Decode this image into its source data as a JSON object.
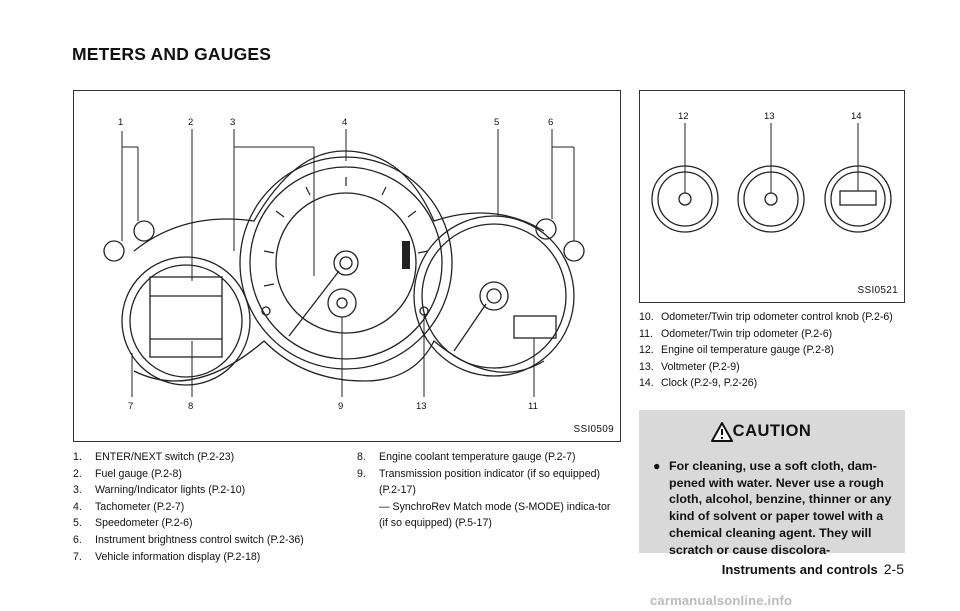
{
  "section_title": "METERS AND GAUGES",
  "figure1": {
    "code": "SSI0509",
    "callouts": [
      "1",
      "2",
      "3",
      "4",
      "5",
      "6",
      "7",
      "8",
      "9",
      "13",
      "11"
    ]
  },
  "figure2": {
    "code": "SSI0521",
    "callouts": [
      "12",
      "13",
      "14"
    ]
  },
  "list_left": [
    {
      "num": "1.",
      "text": "ENTER/NEXT switch (P.2-23)"
    },
    {
      "num": "2.",
      "text": "Fuel gauge (P.2-8)"
    },
    {
      "num": "3.",
      "text": "Warning/Indicator lights (P.2-10)"
    },
    {
      "num": "4.",
      "text": "Tachometer (P.2-7)"
    },
    {
      "num": "5.",
      "text": "Speedometer (P.2-6)"
    },
    {
      "num": "6.",
      "text": "Instrument brightness control switch (P.2-36)"
    },
    {
      "num": "7.",
      "text": "Vehicle information display (P.2-18)"
    }
  ],
  "list_middle": [
    {
      "num": "8.",
      "text": "Engine coolant temperature gauge (P.2-7)"
    },
    {
      "num": "9.",
      "text": "Transmission position indicator (if so equipped) (P.2-17)"
    },
    {
      "num": "",
      "text": "— SynchroRev Match mode (S-MODE) indica-tor (if so equipped) (P.5-17)"
    }
  ],
  "list_right": [
    {
      "num": "10.",
      "text": "Odometer/Twin trip odometer control knob (P.2-6)"
    },
    {
      "num": "11.",
      "text": "Odometer/Twin trip odometer (P.2-6)"
    },
    {
      "num": "12.",
      "text": "Engine oil temperature gauge (P.2-8)"
    },
    {
      "num": "13.",
      "text": "Voltmeter (P.2-9)"
    },
    {
      "num": "14.",
      "text": "Clock (P.2-9, P.2-26)"
    }
  ],
  "caution": {
    "title": "CAUTION",
    "bullet": "●",
    "text": "For cleaning, use a soft cloth, dam-pened with water. Never use a rough cloth, alcohol, benzine, thinner or any kind of solvent or paper towel with a chemical cleaning agent. They will scratch or cause discolora-"
  },
  "footer": {
    "section": "Instruments and controls",
    "page": "2-5"
  },
  "watermark": "carmanualsonline.info",
  "icons": {
    "caution": "warning-triangle-icon"
  }
}
